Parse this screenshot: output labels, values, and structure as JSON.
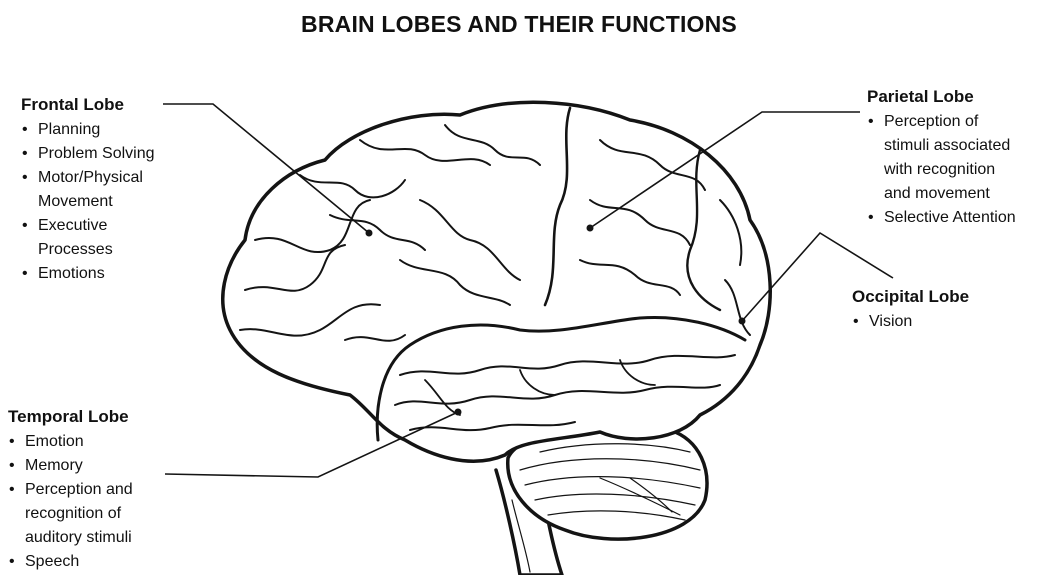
{
  "title": "BRAIN LOBES AND THEIR FUNCTIONS",
  "lobes": {
    "frontal": {
      "name": "Frontal Lobe",
      "functions": [
        "Planning",
        "Problem Solving",
        "Motor/Physical",
        "Movement",
        "Executive",
        "Processes",
        "Emotions"
      ]
    },
    "parietal": {
      "name": "Parietal Lobe",
      "functions": [
        "Perception of",
        "stimuli associated",
        "with recognition",
        "and movement",
        "Selective Attention"
      ]
    },
    "occipital": {
      "name": "Occipital Lobe",
      "functions": [
        "Vision"
      ]
    },
    "temporal": {
      "name": "Temporal Lobe",
      "functions": [
        "Emotion",
        "Memory",
        "Perception and",
        "recognition of",
        "auditory stimuli",
        "Speech"
      ]
    }
  },
  "colors": {
    "text": "#111111",
    "outline": "#141414",
    "background": "#ffffff"
  }
}
